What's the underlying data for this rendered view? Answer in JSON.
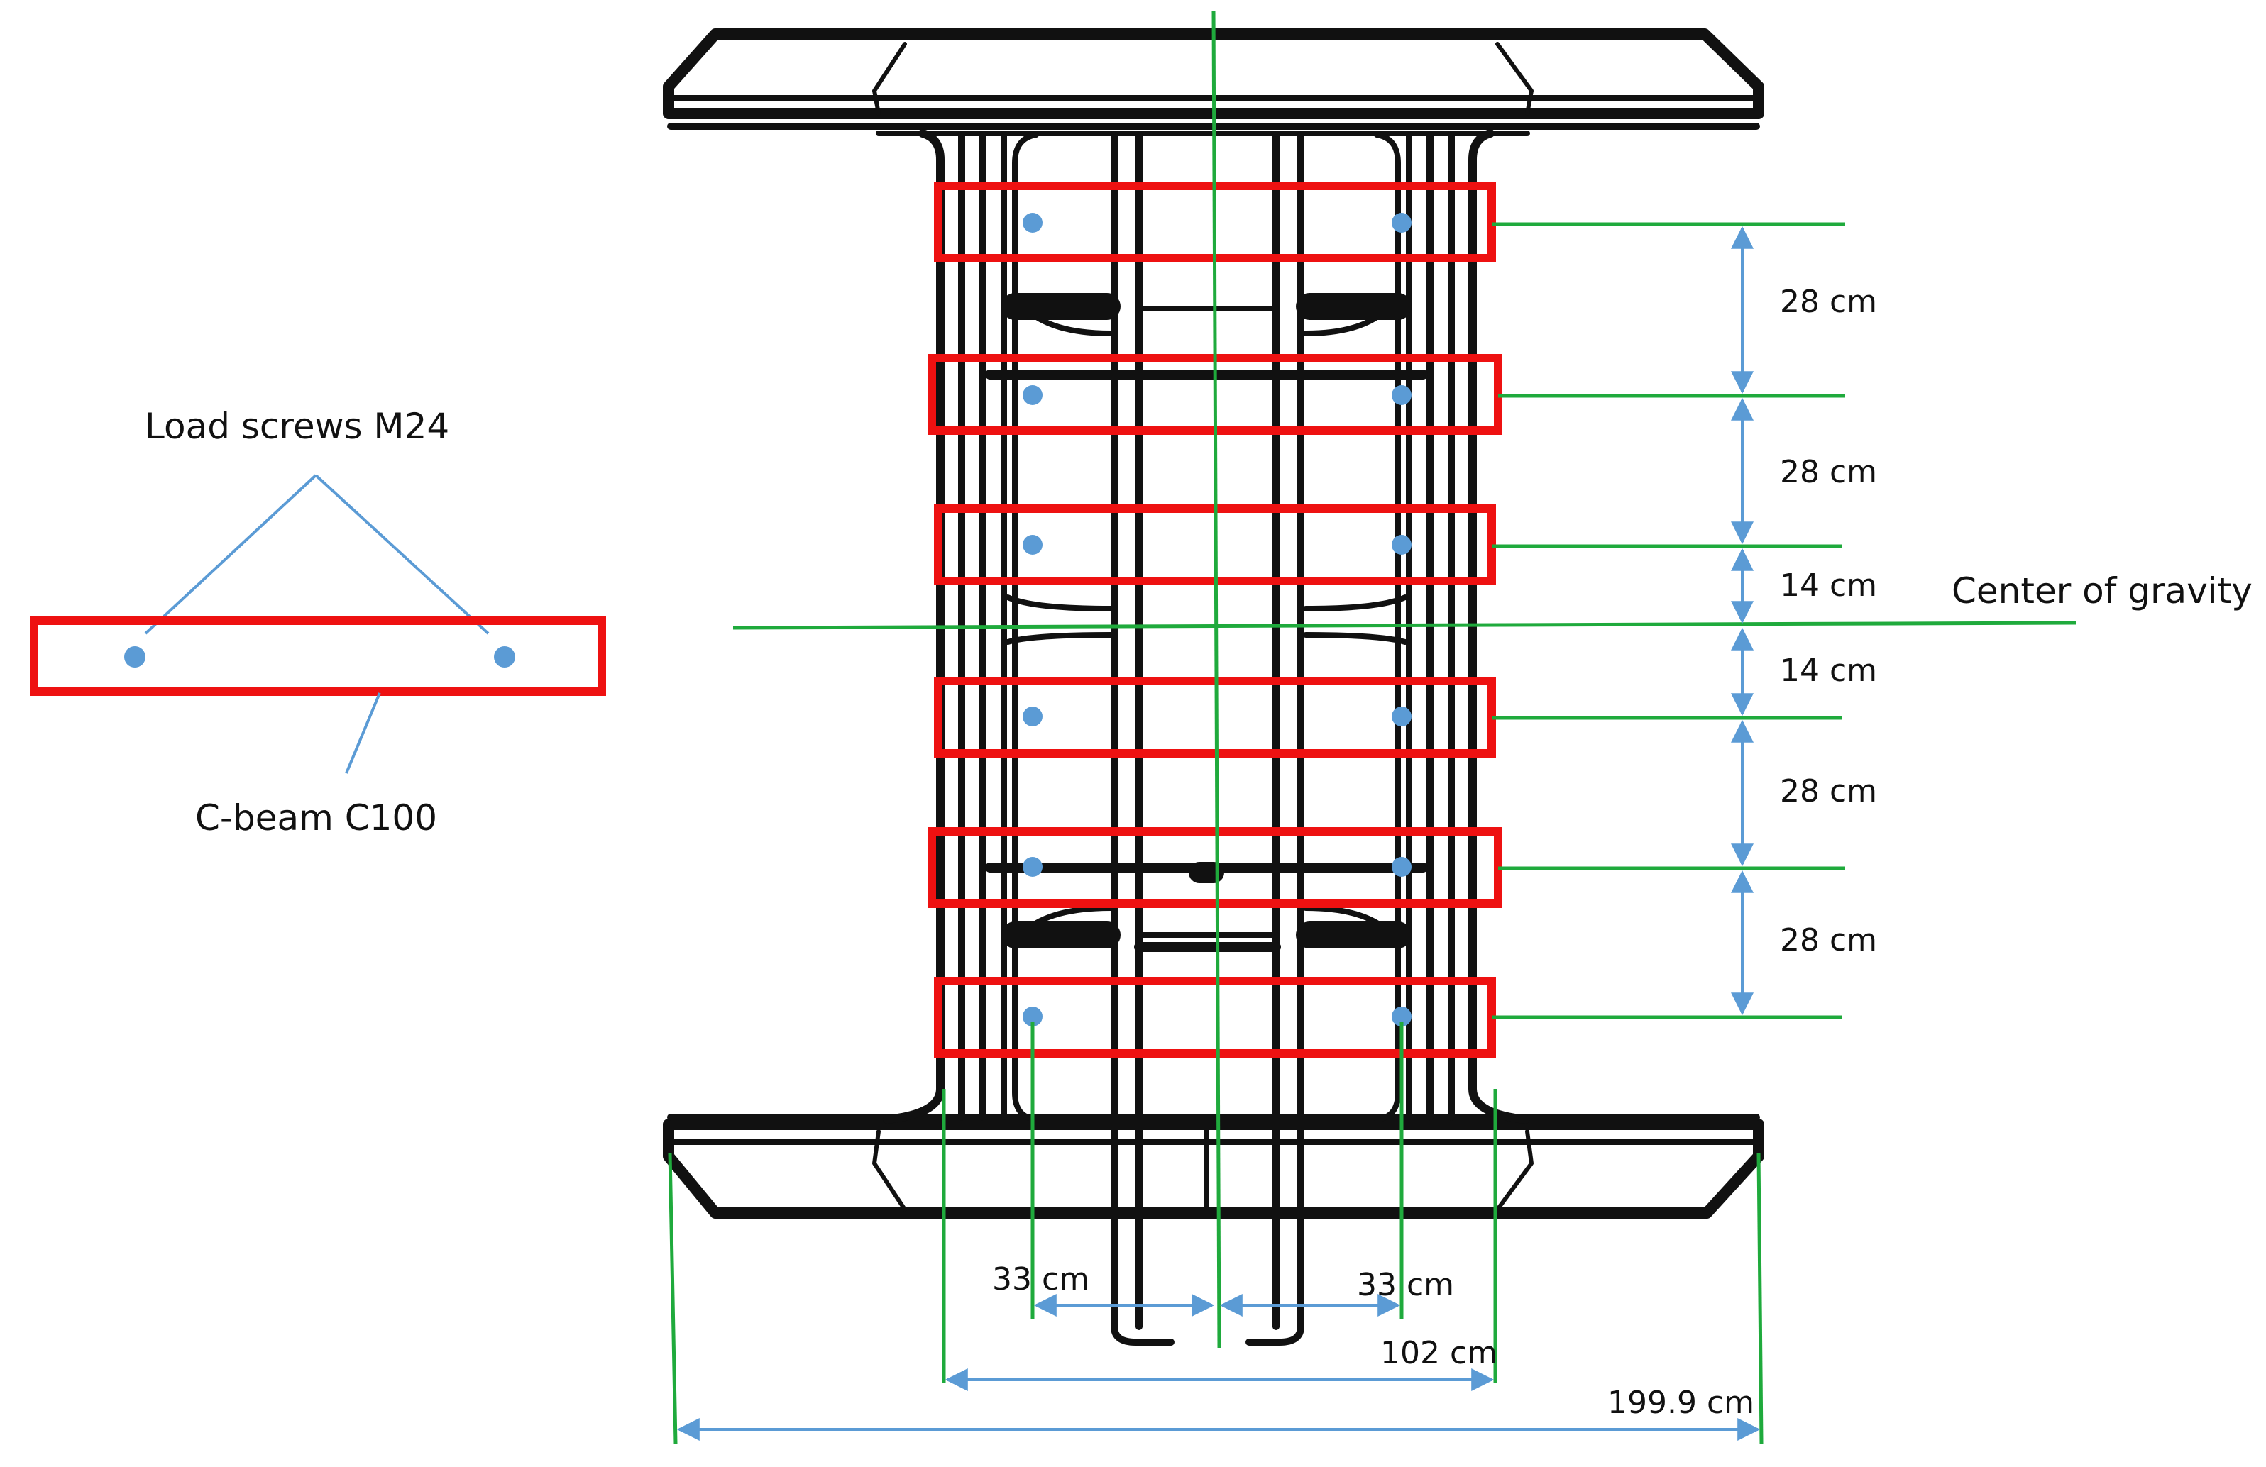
{
  "labels": {
    "load_screws": "Load screws M24",
    "c_beam": "C-beam C100",
    "center_of_gravity": "Center of gravity"
  },
  "vertical_dims": [
    "28 cm",
    "28 cm",
    "14 cm",
    "14 cm",
    "28 cm",
    "28 cm"
  ],
  "horizontal_dims": {
    "left_half": "33 cm",
    "right_half": "33 cm",
    "inner_width": "102 cm",
    "overall_width": "199.9 cm"
  },
  "colors": {
    "beam": "#ee1111",
    "screw": "#5b9bd5",
    "guide_line": "#1faa3c",
    "dimension_line": "#5b9bd5",
    "frame": "#111111"
  }
}
